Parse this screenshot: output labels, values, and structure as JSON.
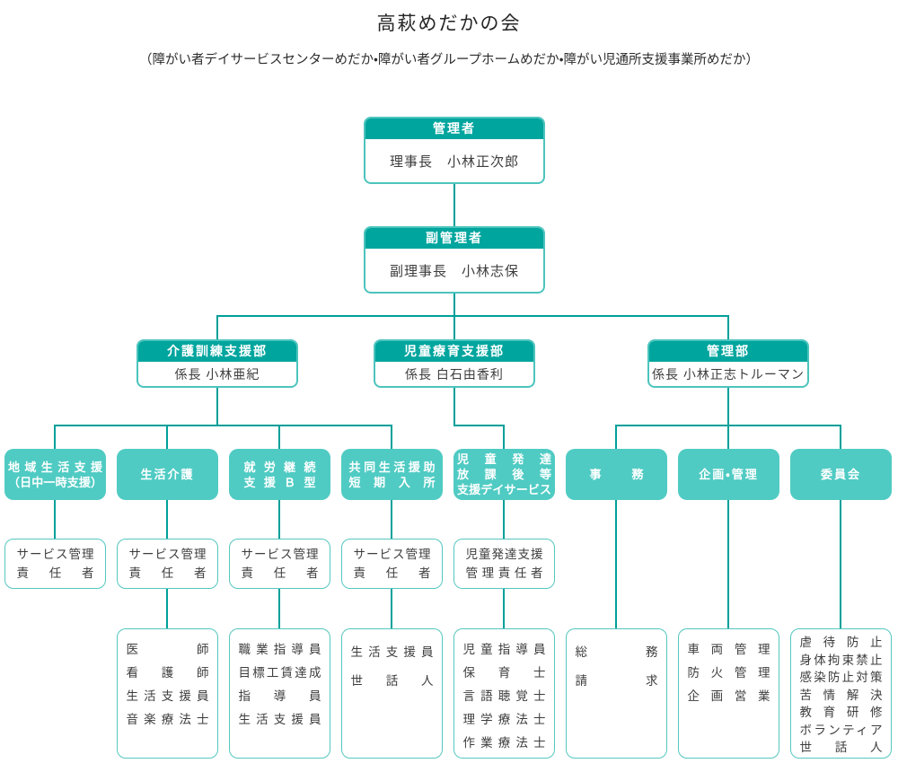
{
  "title": "高萩めだかの会",
  "subtitle": "（障がい者デイサービスセンターめだか・障がい者グループホームめだか・障がい児通所支援事業所めだか）",
  "colors": {
    "header_teal": "#00A59E",
    "unit_teal": "#4FCBC3",
    "border_teal": "#55C7C0",
    "line_teal": "#00A099",
    "text": "#3d3d3d"
  },
  "manager": {
    "role": "管理者",
    "person": "理事長　小林正次郎"
  },
  "deputy_manager": {
    "role": "副管理者",
    "person": "副理事長　小林志保"
  },
  "departments": [
    {
      "role": "介護訓練支援部",
      "person": "係長 小林亜紀"
    },
    {
      "role": "児童療育支援部",
      "person": "係長 白石由香利"
    },
    {
      "role": "管理部",
      "person": "係長 小林正志トルーマン"
    }
  ],
  "units": [
    {
      "lines": [
        "地域生活支援",
        "（日中一時支援）"
      ]
    },
    {
      "lines": [
        "生活介護"
      ]
    },
    {
      "lines": [
        "就労継続",
        "支援Ｂ型"
      ]
    },
    {
      "lines": [
        "共同生活援助",
        "短期入所"
      ]
    },
    {
      "lines": [
        "児童発達",
        "放課後等",
        "支援デイサービス"
      ]
    },
    {
      "lines": [
        "事務"
      ]
    },
    {
      "lines": [
        "企画・管理"
      ]
    },
    {
      "lines": [
        "委員会"
      ]
    }
  ],
  "coordinators": [
    {
      "lines": [
        "サービス管理",
        "責任者"
      ]
    },
    {
      "lines": [
        "サービス管理",
        "責任者"
      ]
    },
    {
      "lines": [
        "サービス管理",
        "責任者"
      ]
    },
    {
      "lines": [
        "サービス管理",
        "責任者"
      ]
    },
    {
      "lines": [
        "児童発達支援",
        "管理責任者"
      ]
    }
  ],
  "staff": [
    {
      "lines": [
        "医師",
        "看護師",
        "生活支援員",
        "音楽療法士"
      ]
    },
    {
      "lines": [
        "職業指導員",
        "目標工賃達成",
        "指導員",
        "生活支援員"
      ]
    },
    {
      "lines": [
        "生活支援員",
        "世話人"
      ]
    },
    {
      "lines": [
        "児童指導員",
        "保育士",
        "言語聴覚士",
        "理学療法士",
        "作業療法士"
      ]
    },
    {
      "lines": [
        "総務",
        "請求"
      ]
    },
    {
      "lines": [
        "車両管理",
        "防火管理",
        "企画営業"
      ]
    },
    {
      "lines": [
        "虐待防止",
        "身体拘束禁止",
        "感染防止対策",
        "苦情解決",
        "教育研修",
        "ボランティア",
        "世話人"
      ]
    }
  ]
}
